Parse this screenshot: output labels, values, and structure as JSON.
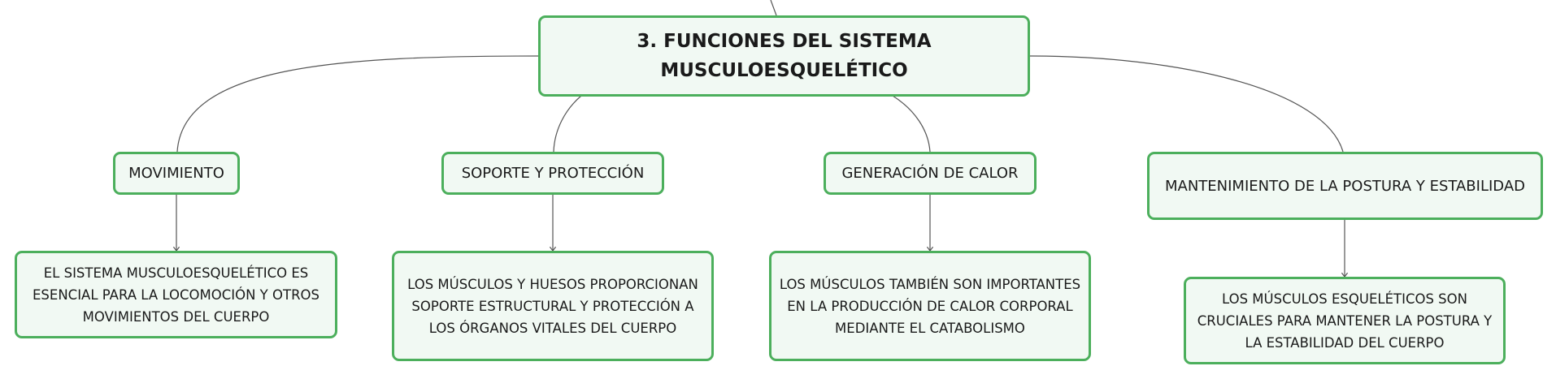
{
  "diagram": {
    "root": {
      "title_line1": "3. FUNCIONES DEL SISTEMA",
      "title_line2": "MUSCULOESQUELÉTICO"
    },
    "branches": [
      {
        "label": "MOVIMIENTO",
        "detail": [
          "EL SISTEMA MUSCULOESQUELÉTICO ES",
          "ESENCIAL PARA LA LOCOMOCIÓN Y OTROS",
          "MOVIMIENTOS DEL CUERPO"
        ]
      },
      {
        "label": "SOPORTE Y PROTECCIÓN",
        "detail": [
          "LOS MÚSCULOS Y HUESOS PROPORCIONAN",
          "SOPORTE ESTRUCTURAL Y PROTECCIÓN A",
          "LOS ÓRGANOS VITALES DEL CUERPO"
        ]
      },
      {
        "label": "GENERACIÓN DE CALOR",
        "detail": [
          "LOS MÚSCULOS TAMBIÉN SON IMPORTANTES",
          "EN LA PRODUCCIÓN DE CALOR CORPORAL",
          "MEDIANTE EL CATABOLISMO"
        ]
      },
      {
        "label": "MANTENIMIENTO DE LA POSTURA Y ESTABILIDAD",
        "detail": [
          "LOS MÚSCULOS ESQUELÉTICOS SON",
          "CRUCIALES PARA MANTENER LA POSTURA Y",
          "LA ESTABILIDAD DEL CUERPO"
        ]
      }
    ],
    "colors": {
      "node_border": "#4caf5c",
      "node_fill": "#f1f9f3",
      "connector": "#555555"
    }
  }
}
